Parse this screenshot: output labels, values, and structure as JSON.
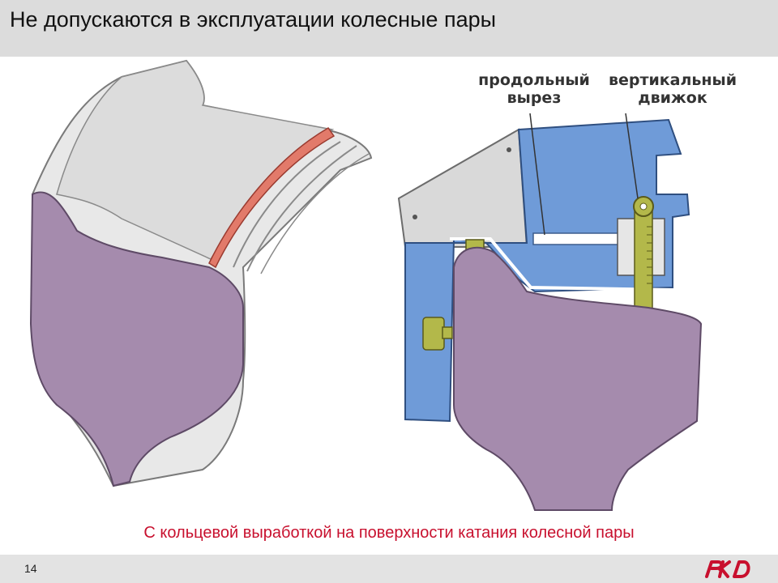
{
  "slide": {
    "title": "Не допускаются в эксплуатации колесные пары",
    "caption": "С кольцевой выработкой на поверхности катания колесной пары",
    "page_number": "14"
  },
  "diagram": {
    "labels": {
      "longitudinal_cut": "продольный\nвырез",
      "vertical_slider": "вертикальный\nдвижок"
    }
  },
  "colors": {
    "accent_red": "#c8102e",
    "rail_purple": "#a58bad",
    "gauge_blue": "#6f9bd8",
    "slider_olive": "#b3b84a",
    "wheel_gray": "#e6e6e6",
    "wear_groove": "#e27a6a"
  },
  "icons": {
    "logo": "rzd-logo"
  }
}
